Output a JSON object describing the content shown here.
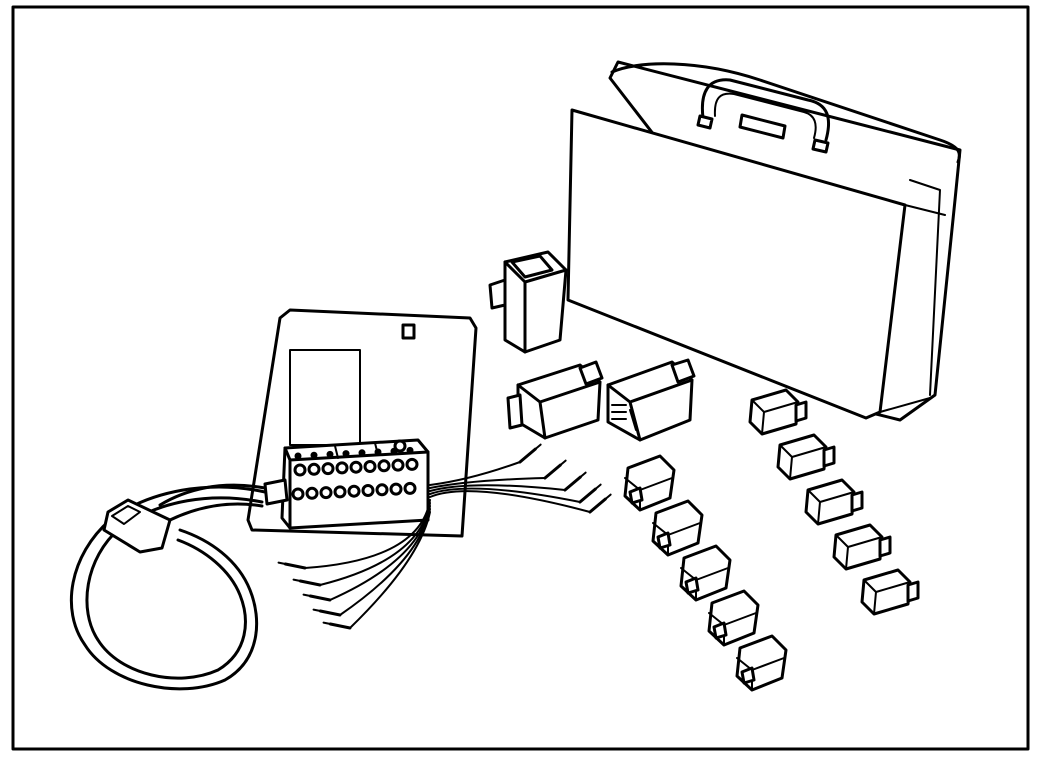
{
  "illustration": {
    "colors": {
      "ink": "#000000",
      "paper": "#ffffff"
    },
    "parts": [
      "frame",
      "carrying-case",
      "test-harness-box",
      "harness-cable-coil",
      "test-leads",
      "adapter-module",
      "relay-module",
      "harness-adapters"
    ],
    "adapter_count": 5,
    "test_lead_count": 10
  }
}
